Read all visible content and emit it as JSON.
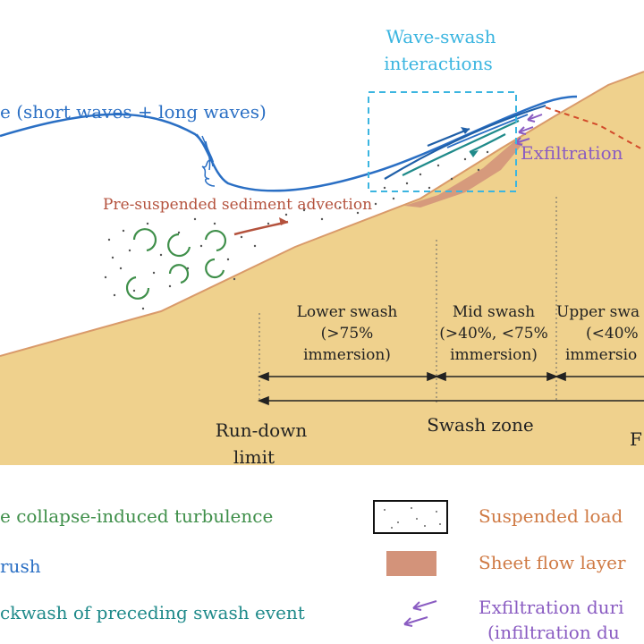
{
  "labels": {
    "wave_swash_line1": "Wave-swash",
    "wave_swash_line2": "interactions",
    "incoming_wave": "e (short waves + long waves)",
    "exfiltration": "Exfiltration",
    "advection": "Pre-suspended sediment advection",
    "lower_swash_1": "Lower swash",
    "lower_swash_2": "(>75%",
    "lower_swash_3": "immersion)",
    "mid_swash_1": "Mid swash",
    "mid_swash_2": "(>40%, <75%",
    "mid_swash_3": "immersion)",
    "upper_swash_1": "Upper swa",
    "upper_swash_2": "(<40%",
    "upper_swash_3": "immersio",
    "rundown_1": "Run-down",
    "rundown_2": "limit",
    "swash_zone": "Swash zone",
    "runup_partial": "F"
  },
  "legend": {
    "turbulence": "e collapse-induced turbulence",
    "uprush": "rush",
    "backwash": "ckwash of preceding swash event",
    "suspended": "Suspended load",
    "sheet_flow": "Sheet flow layer",
    "exfil_1": "Exfiltration duri",
    "exfil_2": "(infiltration du"
  },
  "colors": {
    "sand": "#efd18d",
    "sand_edge": "#d99a6a",
    "wave_blue": "#2a6fc4",
    "wave_dark": "#1f5fa8",
    "teal": "#1f8a8a",
    "green": "#3f8f4a",
    "cyan_box": "#3bb5e0",
    "brown_red": "#b4523d",
    "sheet": "#d3937a",
    "purple": "#8a5cc2",
    "red_dash": "#d24a2a",
    "orange_text": "#cf7a44"
  }
}
